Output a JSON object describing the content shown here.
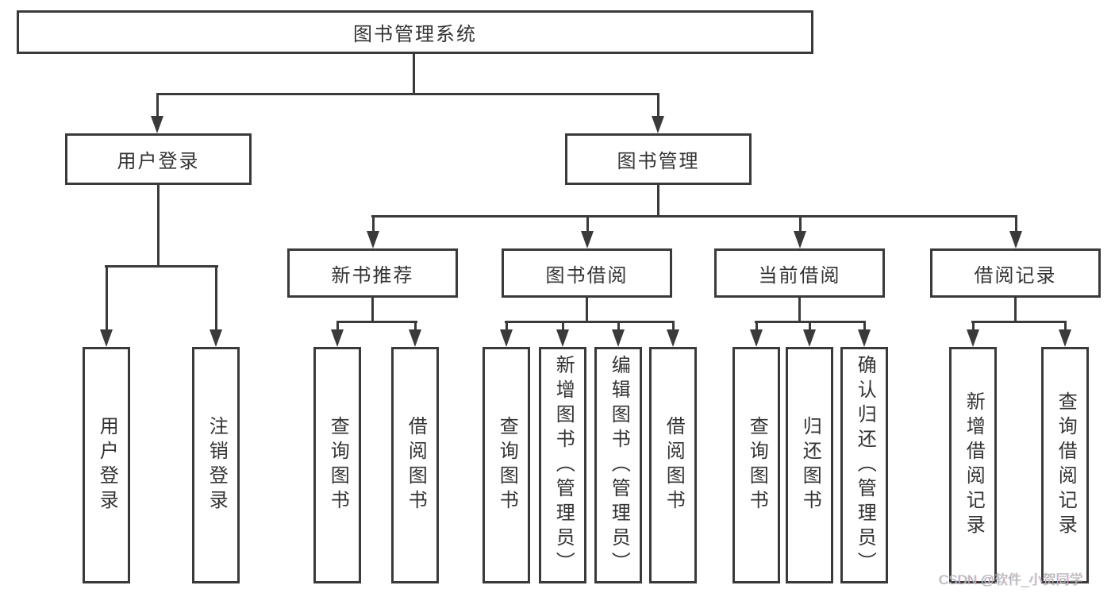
{
  "diagram_title": "图书管理系统",
  "nodes": {
    "root": "图书管理系统",
    "user_login": "用户登录",
    "book_mgmt": "图书管理",
    "leaf_user_login": "用户登录",
    "leaf_logout": "注销登录",
    "new_book_rec": "新书推荐",
    "book_borrow": "图书借阅",
    "current_borrow": "当前借阅",
    "borrow_record": "借阅记录",
    "nb_query": "查询图书",
    "nb_borrow": "借阅图书",
    "bb_query": "查询图书",
    "bb_add": "新增图书（管理员）",
    "bb_edit": "编辑图书（管理员）",
    "bb_borrow": "借阅图书",
    "cb_query": "查询图书",
    "cb_return": "归还图书",
    "cb_confirm": "确认归还（管理员）",
    "br_add": "新增借阅记录",
    "br_query": "查询借阅记录"
  },
  "hierarchy": {
    "图书管理系统": {
      "用户登录": [
        "用户登录",
        "注销登录"
      ],
      "图书管理": {
        "新书推荐": [
          "查询图书",
          "借阅图书"
        ],
        "图书借阅": [
          "查询图书",
          "新增图书（管理员）",
          "编辑图书（管理员）",
          "借阅图书"
        ],
        "当前借阅": [
          "查询图书",
          "归还图书",
          "确认归还（管理员）"
        ],
        "借阅记录": [
          "新增借阅记录",
          "查询借阅记录"
        ]
      }
    }
  },
  "watermark": "CSDN @软件_小贺同学",
  "colors": {
    "line": "#3a3a3a",
    "box_border": "#3a3a3a",
    "text": "#333333",
    "background": "#ffffff",
    "watermark_text": "#b5b5b5"
  }
}
